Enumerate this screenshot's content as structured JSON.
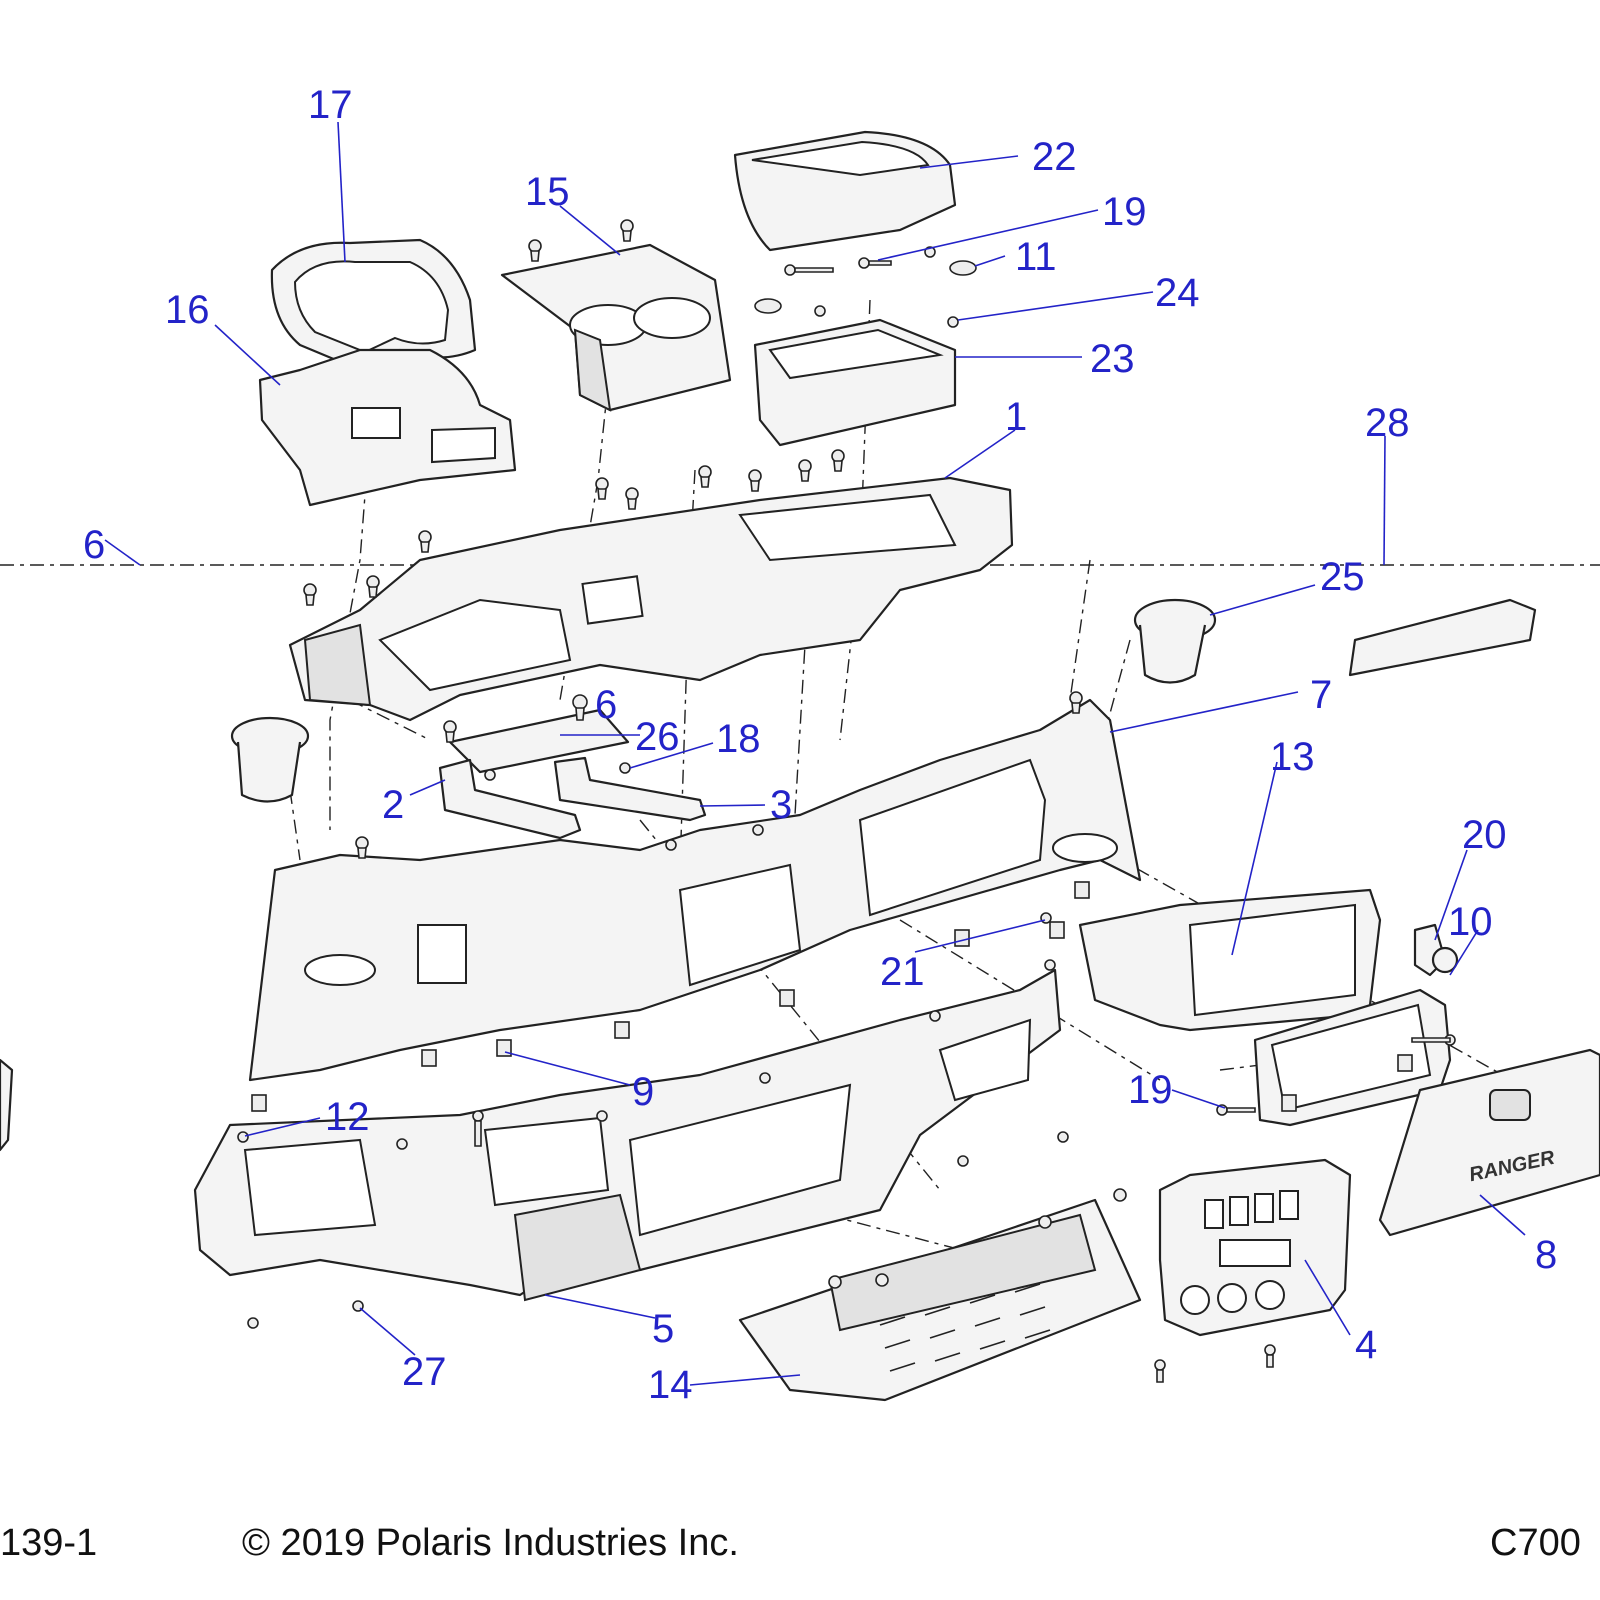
{
  "callouts": [
    {
      "id": "c1",
      "label": "1"
    },
    {
      "id": "c2",
      "label": "2"
    },
    {
      "id": "c3",
      "label": "3"
    },
    {
      "id": "c4",
      "label": "4"
    },
    {
      "id": "c5",
      "label": "5"
    },
    {
      "id": "c6a",
      "label": "6"
    },
    {
      "id": "c6b",
      "label": "6"
    },
    {
      "id": "c7",
      "label": "7"
    },
    {
      "id": "c8",
      "label": "8"
    },
    {
      "id": "c9",
      "label": "9"
    },
    {
      "id": "c10",
      "label": "10"
    },
    {
      "id": "c11",
      "label": "11"
    },
    {
      "id": "c12",
      "label": "12"
    },
    {
      "id": "c13",
      "label": "13"
    },
    {
      "id": "c14",
      "label": "14"
    },
    {
      "id": "c15",
      "label": "15"
    },
    {
      "id": "c16",
      "label": "16"
    },
    {
      "id": "c17",
      "label": "17"
    },
    {
      "id": "c18",
      "label": "18"
    },
    {
      "id": "c19a",
      "label": "19"
    },
    {
      "id": "c19b",
      "label": "19"
    },
    {
      "id": "c20",
      "label": "20"
    },
    {
      "id": "c21",
      "label": "21"
    },
    {
      "id": "c22",
      "label": "22"
    },
    {
      "id": "c23",
      "label": "23"
    },
    {
      "id": "c24",
      "label": "24"
    },
    {
      "id": "c25",
      "label": "25"
    },
    {
      "id": "c26",
      "label": "26"
    },
    {
      "id": "c27",
      "label": "27"
    },
    {
      "id": "c28",
      "label": "28"
    }
  ],
  "brand_badge": "RANGER",
  "footer": {
    "left": "139-1",
    "center": "© 2019 Polaris Industries Inc.",
    "right": "C700"
  },
  "colors": {
    "callout": "#2323c8",
    "outline": "#222222",
    "part_fill": "#f4f4f4"
  }
}
